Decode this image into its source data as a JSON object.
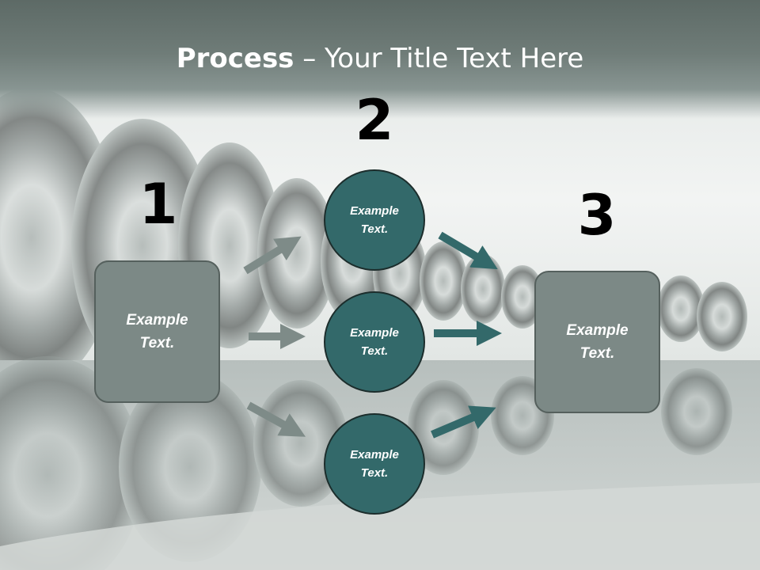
{
  "title": {
    "bold": "Process",
    "rest": " – Your Title Text Here"
  },
  "steps": {
    "one": {
      "number": "1",
      "text": "Example\nText."
    },
    "two": {
      "number": "2",
      "items": [
        {
          "text": "Example\nText."
        },
        {
          "text": "Example\nText."
        },
        {
          "text": "Example\nText."
        }
      ]
    },
    "three": {
      "number": "3",
      "text": "Example\nText."
    }
  },
  "colors": {
    "box_fill": "#7c8986",
    "circle_fill": "#33696a",
    "left_arrow": "#7e8b88",
    "right_arrow": "#33696a",
    "title_bar": "#6f7c78"
  }
}
